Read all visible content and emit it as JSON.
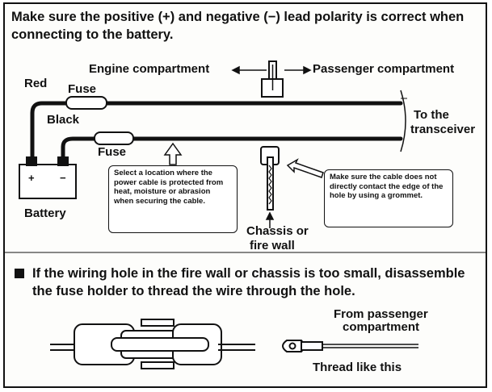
{
  "instruction": "Make sure the positive (+) and negative (−) lead polarity is correct when connecting to the battery.",
  "labels": {
    "engine": "Engine compartment",
    "passenger": "Passenger compartment",
    "red": "Red",
    "black": "Black",
    "fuse_top": "Fuse",
    "fuse_bottom": "Fuse",
    "battery": "Battery",
    "to_transceiver_1": "To the",
    "to_transceiver_2": "transceiver",
    "chassis_1": "Chassis or",
    "chassis_2": "fire wall",
    "battery_plus": "+",
    "battery_minus": "−"
  },
  "callouts": {
    "location": "Select a location where the power cable is protected from heat, moisture or abrasion when securing the cable.",
    "grommet": "Make sure the cable does not directly contact the edge of the hole by using a grommet."
  },
  "note": "If the wiring hole in the fire wall or chassis is too small, disassemble the fuse holder to thread the wire through the hole.",
  "lower_labels": {
    "from_1": "From passenger",
    "from_2": "compartment",
    "thread": "Thread like this"
  }
}
